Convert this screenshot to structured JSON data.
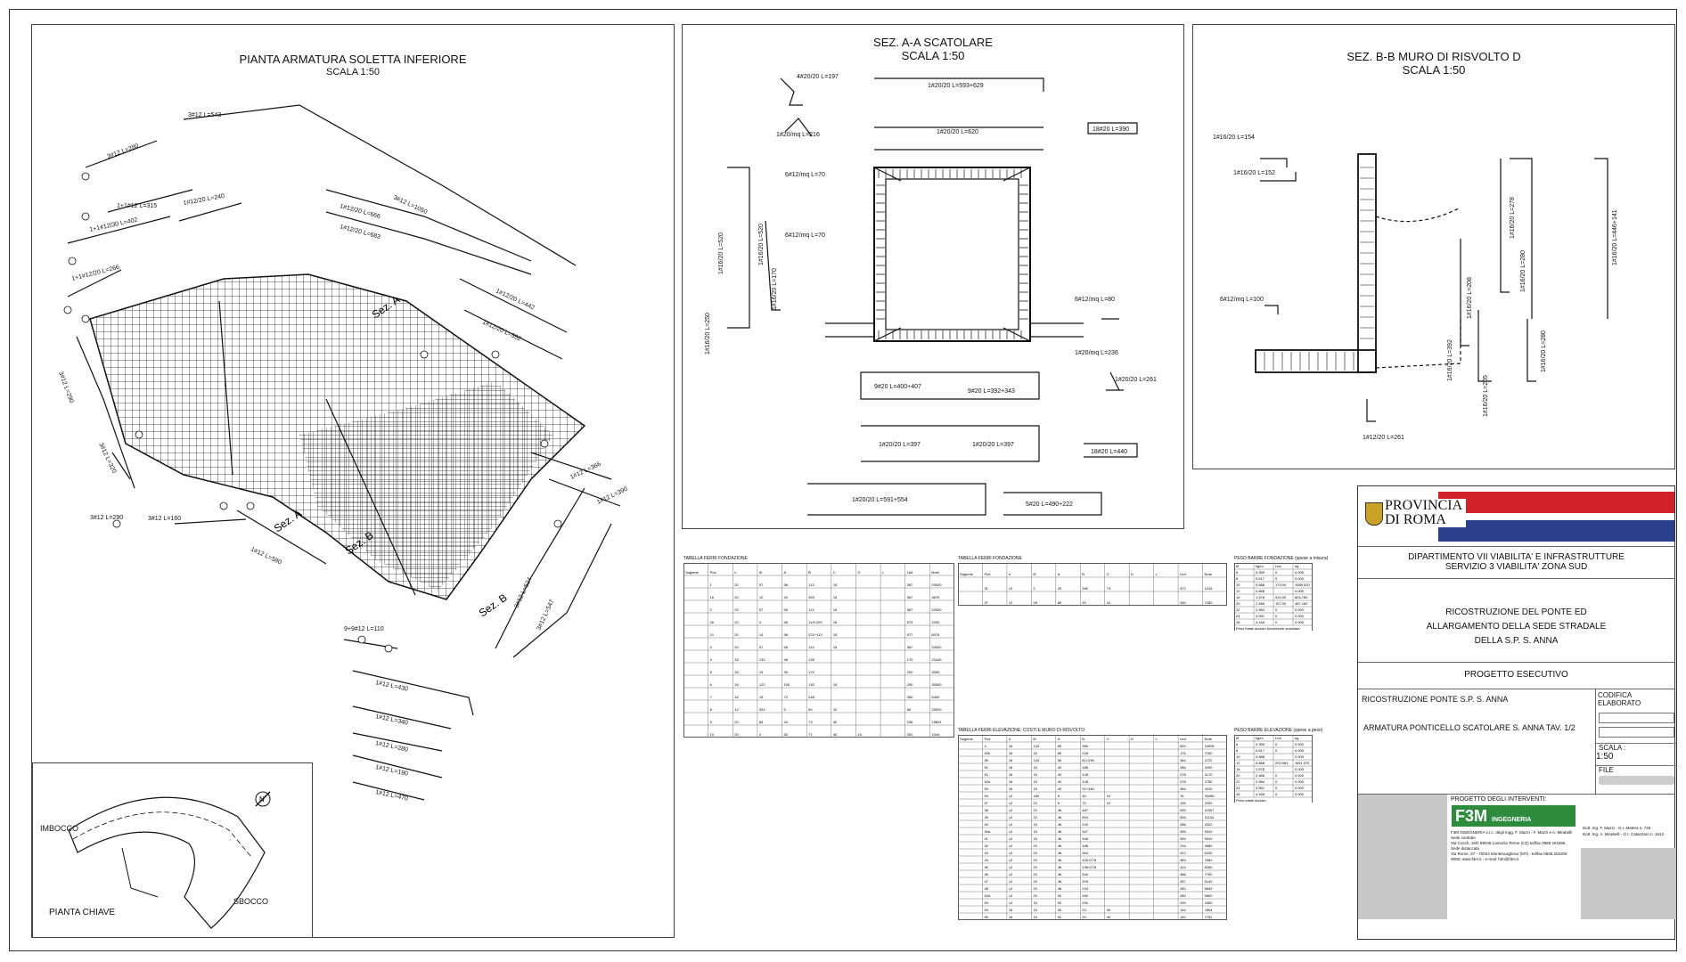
{
  "panels": {
    "plan": {
      "title": "PIANTA ARMATURA SOLETTA INFERIORE",
      "scale": "SCALA 1:50"
    },
    "sec_a": {
      "title": "SEZ. A-A SCATOLARE",
      "scale": "SCALA 1:50"
    },
    "sec_b": {
      "title": "SEZ. B-B  MURO DI RISVOLTO  D",
      "scale": "SCALA 1:50"
    },
    "key": {
      "title": "PIANTA CHIAVE",
      "imbocco": "IMBOCCO",
      "sbocco": "SBOCCO"
    }
  },
  "plan_labels": {
    "bars_top": [
      "3#12 L=543",
      "3#12 L=280",
      "1+1#12 L=315",
      "1#12/20 L=240",
      "1+1#12/30 L=402",
      "1+1#12/20 L=266",
      "3#12 L=1050",
      "1#12/20 L=666",
      "1#12/20 L=683",
      "1#12/20 L=442",
      "1#12/20 L=352"
    ],
    "bars_bottom": [
      "3#12 L=290",
      "3#12 L=160",
      "1#12 L=580",
      "3#12 L=547",
      "3#12 L=524",
      "1#12 L=366",
      "1#12 L=390",
      "3#12 L=320",
      "3#12 L=290",
      "9+9#12 L=110",
      "1#12 L=430",
      "1#12 L=340",
      "1#12 L=280",
      "1#12 L=190",
      "1#12 L=470"
    ],
    "sections": [
      "Sez. A",
      "Sez. A",
      "Sez. B",
      "Sez. B"
    ]
  },
  "sec_a_labels": [
    "4#20/20 L=197",
    "1#20/mq L=216",
    "6#12/mq L=70",
    "6#12/mq L=70",
    "1#20/20 L=593+629",
    "1#20/20 L=620",
    "18#20 L=390",
    "1#16/20 L=520",
    "1#16/20 L=520",
    "1#16/20 L=250",
    "1#16/20 L=170",
    "6#12/mq L=80",
    "1#20/mq L=236",
    "1#20/20 L=261",
    "9#20 L=400+407",
    "9#20 L=392+343",
    "1#20/20 L=397",
    "1#20/20 L=397",
    "18#20 L=440",
    "1#20/20 L=591+554",
    "5#20 L=490+222"
  ],
  "sec_b_labels": [
    "1#16/20 L=154",
    "1#16/20 L=152",
    "1#16/20 L=278",
    "1#16/20 L=280",
    "1#16/20 L=446+141",
    "1#16/20 L=208",
    "1#16/20 L=392",
    "1#16/20 L=205",
    "1#16/20 L=280",
    "6#12/mq L=100",
    "1#12/20 L=261"
  ],
  "tables": {
    "t1": "TABELLA FERRI FONDAZIONE",
    "t2": "TABELLA FERRI FONDAZIONE",
    "t3": "PESO BARRE FONDAZIONE (spese a misura)",
    "t4": "TABELLA FERRI ELEVAZIONE, COSTI E MURO DI RISVOLTO",
    "t5": "PESO BARRE ELEVAZIONE (spese a peso)",
    "headers": [
      "Sagome",
      "Pos.",
      "n",
      "Ø",
      "A",
      "B",
      "C",
      "D",
      "L",
      "Ltot",
      "Note"
    ],
    "rows_t1": [
      [
        "1",
        "20",
        "57",
        "56",
        "113",
        "15",
        "",
        "",
        "367",
        "20920"
      ],
      [
        "1b",
        "20",
        "10",
        "40",
        "393",
        "15",
        "",
        "",
        "367",
        "3670"
      ],
      [
        "2",
        "20",
        "57",
        "56",
        "113",
        "15",
        "",
        "",
        "367",
        "20920"
      ],
      [
        "2b",
        "20",
        "4",
        "56",
        "113+229",
        "15",
        "",
        "",
        "573",
        "2292"
      ],
      [
        "21",
        "20",
        "14",
        "56",
        "221+113",
        "15",
        "",
        "",
        "577",
        "8078"
      ],
      [
        "3",
        "20",
        "57",
        "56",
        "113",
        "15",
        "",
        "",
        "367",
        "20920"
      ],
      [
        "4",
        "16",
        "132",
        "48",
        "135",
        "",
        "",
        "",
        "170",
        "22440"
      ],
      [
        "5",
        "16",
        "15",
        "30",
        "170",
        "",
        "",
        "",
        "200",
        "3000"
      ],
      [
        "6",
        "16",
        "122",
        "100",
        "130",
        "15",
        "",
        "",
        "250",
        "30500"
      ],
      [
        "7",
        "16",
        "15",
        "72",
        "248",
        "",
        "",
        "",
        "360",
        "5400"
      ],
      [
        "8",
        "12",
        "324",
        "5",
        "50",
        "10",
        "",
        "",
        "80",
        "25920"
      ],
      [
        "9",
        "20",
        "84",
        "43",
        "73",
        "40",
        "",
        "",
        "236",
        "19824"
      ],
      [
        "10",
        "20",
        "4",
        "50",
        "71",
        "40",
        "15",
        "",
        "261",
        "1044"
      ]
    ],
    "rows_t2": [
      [
        "31",
        "12",
        "2",
        "20",
        "280",
        "74",
        "",
        "",
        "472",
        "1416"
      ],
      [
        "37",
        "12",
        "28",
        "80",
        "20",
        "10",
        "",
        "",
        "260",
        "7280"
      ]
    ],
    "rows_t3": [
      [
        "6",
        "0.395",
        "0",
        "0.000"
      ],
      [
        "8",
        "0.617",
        "0",
        "0.000"
      ],
      [
        "10",
        "0.888",
        "179.00",
        "1589.520"
      ],
      [
        "12",
        "0.888",
        "",
        "0.000"
      ],
      [
        "16",
        "1.578",
        "510.00",
        "804.780"
      ],
      [
        "20",
        "2.466",
        "157.00",
        "387.162"
      ],
      [
        "22",
        "2.984",
        "0",
        "0.000"
      ],
      [
        "24",
        "3.551",
        "0",
        "0.000"
      ],
      [
        "26",
        "4.168",
        "0",
        "0.000"
      ]
    ],
    "total_t3": "Peso totale acciaio fondazione scatolare",
    "total_t5": "Peso totale acciaio",
    "rows_t4": [
      [
        "4",
        "16",
        "133",
        "80",
        "980",
        "",
        "",
        "",
        "820",
        "10905"
      ],
      [
        "52b",
        "16",
        "15",
        "80",
        "226",
        "",
        "",
        "",
        "176",
        "2760"
      ],
      [
        "35",
        "16",
        "133",
        "50",
        "81+236",
        "",
        "",
        "",
        "364",
        "4722"
      ],
      [
        "51",
        "16",
        "15",
        "40",
        "186",
        "",
        "",
        "",
        "286",
        "4290"
      ],
      [
        "52",
        "16",
        "15",
        "40",
        "128",
        "",
        "",
        "",
        "278",
        "4170"
      ],
      [
        "52a",
        "16",
        "15",
        "40",
        "128",
        "",
        "",
        "",
        "278",
        "2780"
      ],
      [
        "53",
        "16",
        "15",
        "40",
        "91+346",
        "",
        "",
        "",
        "384",
        "4310"
      ],
      [
        "54",
        "12",
        "180",
        "5",
        "40",
        "10",
        "",
        "",
        "76",
        "30480"
      ],
      [
        "57",
        "12",
        "22",
        "5",
        "70",
        "10",
        "",
        "",
        "100",
        "2200"
      ],
      [
        "38",
        "12",
        "22",
        "48",
        "487",
        "",
        "",
        "",
        "535",
        "11907"
      ],
      [
        "39",
        "12",
        "22",
        "48",
        "504",
        "",
        "",
        "",
        "526",
        "11134"
      ],
      [
        "40",
        "12",
        "15",
        "48",
        "240",
        "",
        "",
        "",
        "288",
        "4320"
      ],
      [
        "40a",
        "12",
        "15",
        "48",
        "347",
        "",
        "",
        "",
        "395",
        "5910"
      ],
      [
        "41",
        "12",
        "15",
        "48",
        "346",
        "",
        "",
        "",
        "394",
        "5910"
      ],
      [
        "42",
        "12",
        "20",
        "48",
        "186",
        "",
        "",
        "",
        "234",
        "4680"
      ],
      [
        "43",
        "12",
        "20",
        "48",
        "264",
        "",
        "",
        "",
        "312",
        "6240"
      ],
      [
        "44",
        "12",
        "20",
        "48",
        "105+278",
        "",
        "",
        "",
        "383",
        "7660"
      ],
      [
        "45",
        "12",
        "20",
        "48",
        "136+278",
        "",
        "",
        "",
        "414",
        "8280"
      ],
      [
        "46",
        "12",
        "20",
        "48",
        "340",
        "",
        "",
        "",
        "388",
        "7760"
      ],
      [
        "47",
        "12",
        "20",
        "48",
        "209",
        "",
        "",
        "",
        "257",
        "5140"
      ],
      [
        "48",
        "12",
        "20",
        "48",
        "234",
        "",
        "",
        "",
        "282",
        "5640"
      ],
      [
        "52a",
        "12",
        "20",
        "92",
        "280",
        "",
        "",
        "",
        "280",
        "5600"
      ],
      [
        "53",
        "12",
        "15",
        "92",
        "290",
        "",
        "",
        "",
        "290",
        "4350"
      ],
      [
        "54",
        "16",
        "15",
        "90",
        "23",
        "90",
        "",
        "",
        "154",
        "7854"
      ],
      [
        "55",
        "16",
        "15",
        "92",
        "20",
        "40",
        "",
        "",
        "152",
        "7752"
      ]
    ],
    "rows_t5": [
      [
        "6",
        "0.395",
        "0",
        "0.000"
      ],
      [
        "8",
        "0.617",
        "0",
        "0.000"
      ],
      [
        "10",
        "0.888",
        "",
        "0.000"
      ],
      [
        "12",
        "0.888",
        "203.983",
        "1811.370"
      ],
      [
        "16",
        "1.578",
        "",
        "0.000"
      ],
      [
        "20",
        "2.466",
        "0",
        "0.000"
      ],
      [
        "22",
        "2.984",
        "0",
        "0.000"
      ],
      [
        "24",
        "3.551",
        "0",
        "0.000"
      ],
      [
        "26",
        "4.168",
        "0",
        "0.000"
      ]
    ]
  },
  "title_block": {
    "entity_line1": "PROVINCIA",
    "entity_line2": "DI ROMA",
    "dept_line1": "DIPARTIMENTO VII VIABILITA'  E INFRASTRUTTURE",
    "dept_line2": "SERVIZIO 3 VIABILITA' ZONA SUD",
    "proj_line1": "RICOSTRUZIONE DEL PONTE ED",
    "proj_line2": "ALLARGAMENTO DELLA SEDE STRADALE",
    "proj_line3": "DELLA S.P. S. ANNA",
    "phase": "PROGETTO ESECUTIVO",
    "desc_line1": "RICOSTRUZIONE PONTE S.P. S. ANNA",
    "desc_line2": "ARMATURA PONTICELLO SCATOLARE S. ANNA  TAV. 1/2",
    "code_label": "CODIFICA ELABORATO",
    "scale_label": "SCALA :",
    "scale_value": "1:50",
    "file_label": "FILE",
    "designer_label": "PROGETTO DEGLI INTERVENTI:",
    "firm_logo": "F3M",
    "firm_logo_sub": "INGEGNERIA",
    "firm_text1": "F3M INGEGNERIA s.r.c. degli Ingg. F. Mazzi - F. Mazzi e A. Mirabelli",
    "firm_text2": "Sede centrale",
    "firm_text3": "Via Cosch, 16/h 88046 Lamezia Terme (CZ) tel/fax 0968 201656",
    "firm_text4": "Sede distaccata",
    "firm_text5": "Via Rome, 37 - 70024 Montescaglioso (MT) - tel/fax 0835.202209",
    "firm_text6": "WEB: www.f3m.it   -   e-mail: f3m@f3m.it",
    "sign1": "Dott. Ing. F. Mazzi - O.I. Matera n. 726",
    "sign2": "Dott. Ing. A. Mirabelli - O.I. Catanzaro n. 1612"
  },
  "colors": {
    "brand_red": "#d0202a",
    "brand_blue": "#2b3f8c",
    "line": "#222222"
  }
}
